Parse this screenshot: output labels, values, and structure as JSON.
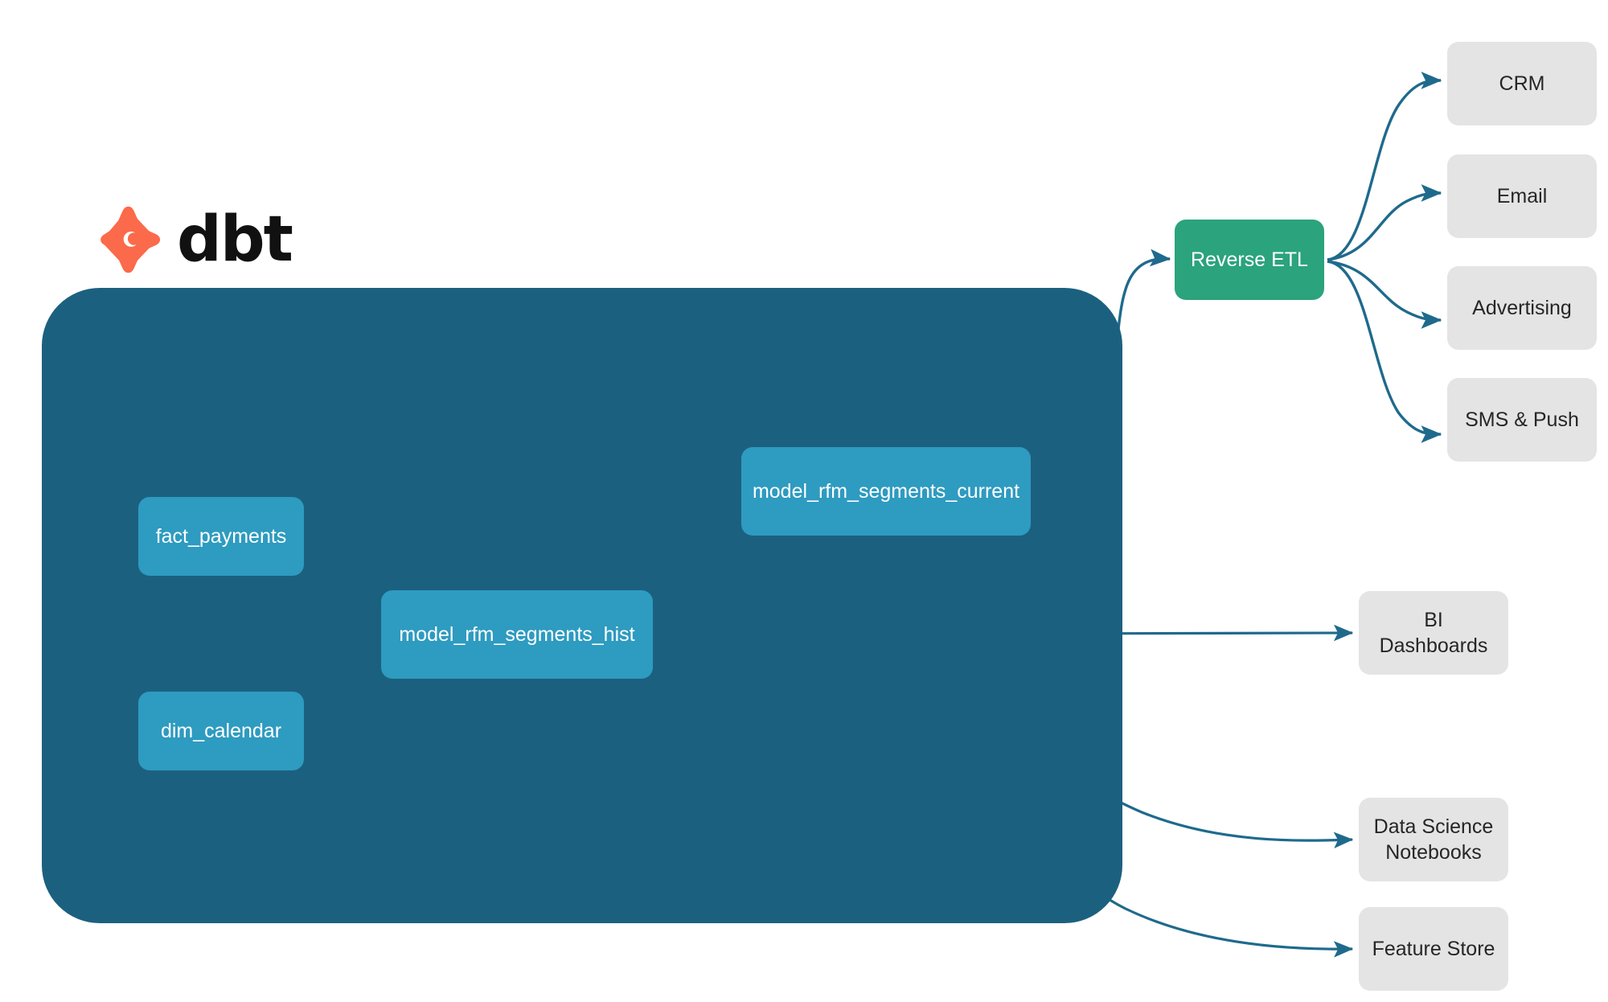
{
  "diagram": {
    "logo": {
      "mark_name": "dbt-logo-mark",
      "wordmark": "dbt",
      "mark_color": "#FB6A4A"
    },
    "container": {
      "name": "dbt-project-container",
      "color": "#1C6080"
    },
    "models": [
      {
        "id": "fact_payments",
        "label": "fact_payments"
      },
      {
        "id": "dim_calendar",
        "label": "dim_calendar"
      },
      {
        "id": "model_rfm_segments_hist",
        "label": "model_rfm_segments_hist"
      },
      {
        "id": "model_rfm_segments_current",
        "label": "model_rfm_segments_current"
      }
    ],
    "model_color": "#2E9BC0",
    "activation": {
      "id": "reverse_etl",
      "label": "Reverse ETL",
      "color": "#2BA37C"
    },
    "destinations": [
      {
        "id": "crm",
        "label": "CRM"
      },
      {
        "id": "email",
        "label": "Email"
      },
      {
        "id": "advertising",
        "label": "Advertising"
      },
      {
        "id": "sms_push",
        "label": "SMS & Push"
      },
      {
        "id": "bi_dashboards",
        "label": "BI Dashboards"
      },
      {
        "id": "data_science_notebooks",
        "label": "Data Science\nNotebooks"
      },
      {
        "id": "feature_store",
        "label": "Feature Store"
      }
    ],
    "destination_color": "#E4E4E4",
    "edge_color": "#1F6A8C",
    "inner_edge_color": "#3FA6C6",
    "edges": [
      {
        "from": "fact_payments",
        "to": "model_rfm_segments_hist"
      },
      {
        "from": "dim_calendar",
        "to": "model_rfm_segments_hist"
      },
      {
        "from": "model_rfm_segments_hist",
        "to": "model_rfm_segments_current"
      },
      {
        "from": "model_rfm_segments_current",
        "to": "reverse_etl"
      },
      {
        "from": "reverse_etl",
        "to": "crm"
      },
      {
        "from": "reverse_etl",
        "to": "email"
      },
      {
        "from": "reverse_etl",
        "to": "advertising"
      },
      {
        "from": "reverse_etl",
        "to": "sms_push"
      },
      {
        "from": "model_rfm_segments_hist",
        "to": "bi_dashboards"
      },
      {
        "from": "model_rfm_segments_hist",
        "to": "data_science_notebooks"
      },
      {
        "from": "model_rfm_segments_hist",
        "to": "feature_store"
      }
    ]
  }
}
